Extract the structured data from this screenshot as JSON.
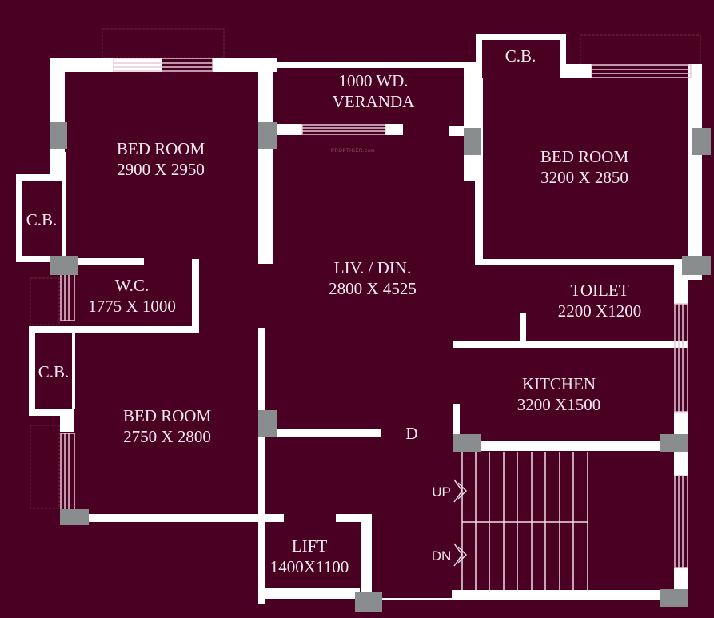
{
  "colors": {
    "background": "#4a0022",
    "wall": "#ffffff",
    "pillar": "#8a8d8e",
    "text": "#f4eaf0",
    "window_line": "#e8c8d8"
  },
  "watermark": "PROPTIGER.com",
  "rooms": {
    "bed_room_1": {
      "name": "BED ROOM",
      "size": "2900 X 2950"
    },
    "veranda": {
      "name": "1000 WD.",
      "name2": "VERANDA"
    },
    "bed_room_2": {
      "name": "BED ROOM",
      "size": "3200 X 2850"
    },
    "cb_top": {
      "name": "C.B."
    },
    "cb_left_1": {
      "name": "C.B."
    },
    "cb_left_2": {
      "name": "C.B."
    },
    "wc": {
      "name": "W.C.",
      "size": "1775 X 1000"
    },
    "living_dining": {
      "name": "LIV.  /  DIN.",
      "size": "2800 X 4525"
    },
    "toilet": {
      "name": "TOILET",
      "size": "2200 X1200"
    },
    "kitchen": {
      "name": "KITCHEN",
      "size": "3200 X1500"
    },
    "bed_room_3": {
      "name": "BED ROOM",
      "size": "2750 X 2800"
    },
    "lift": {
      "name": "LIFT",
      "size": "1400X1100"
    }
  },
  "markers": {
    "door": "D",
    "stair_up": "UP",
    "stair_down": "DN"
  }
}
